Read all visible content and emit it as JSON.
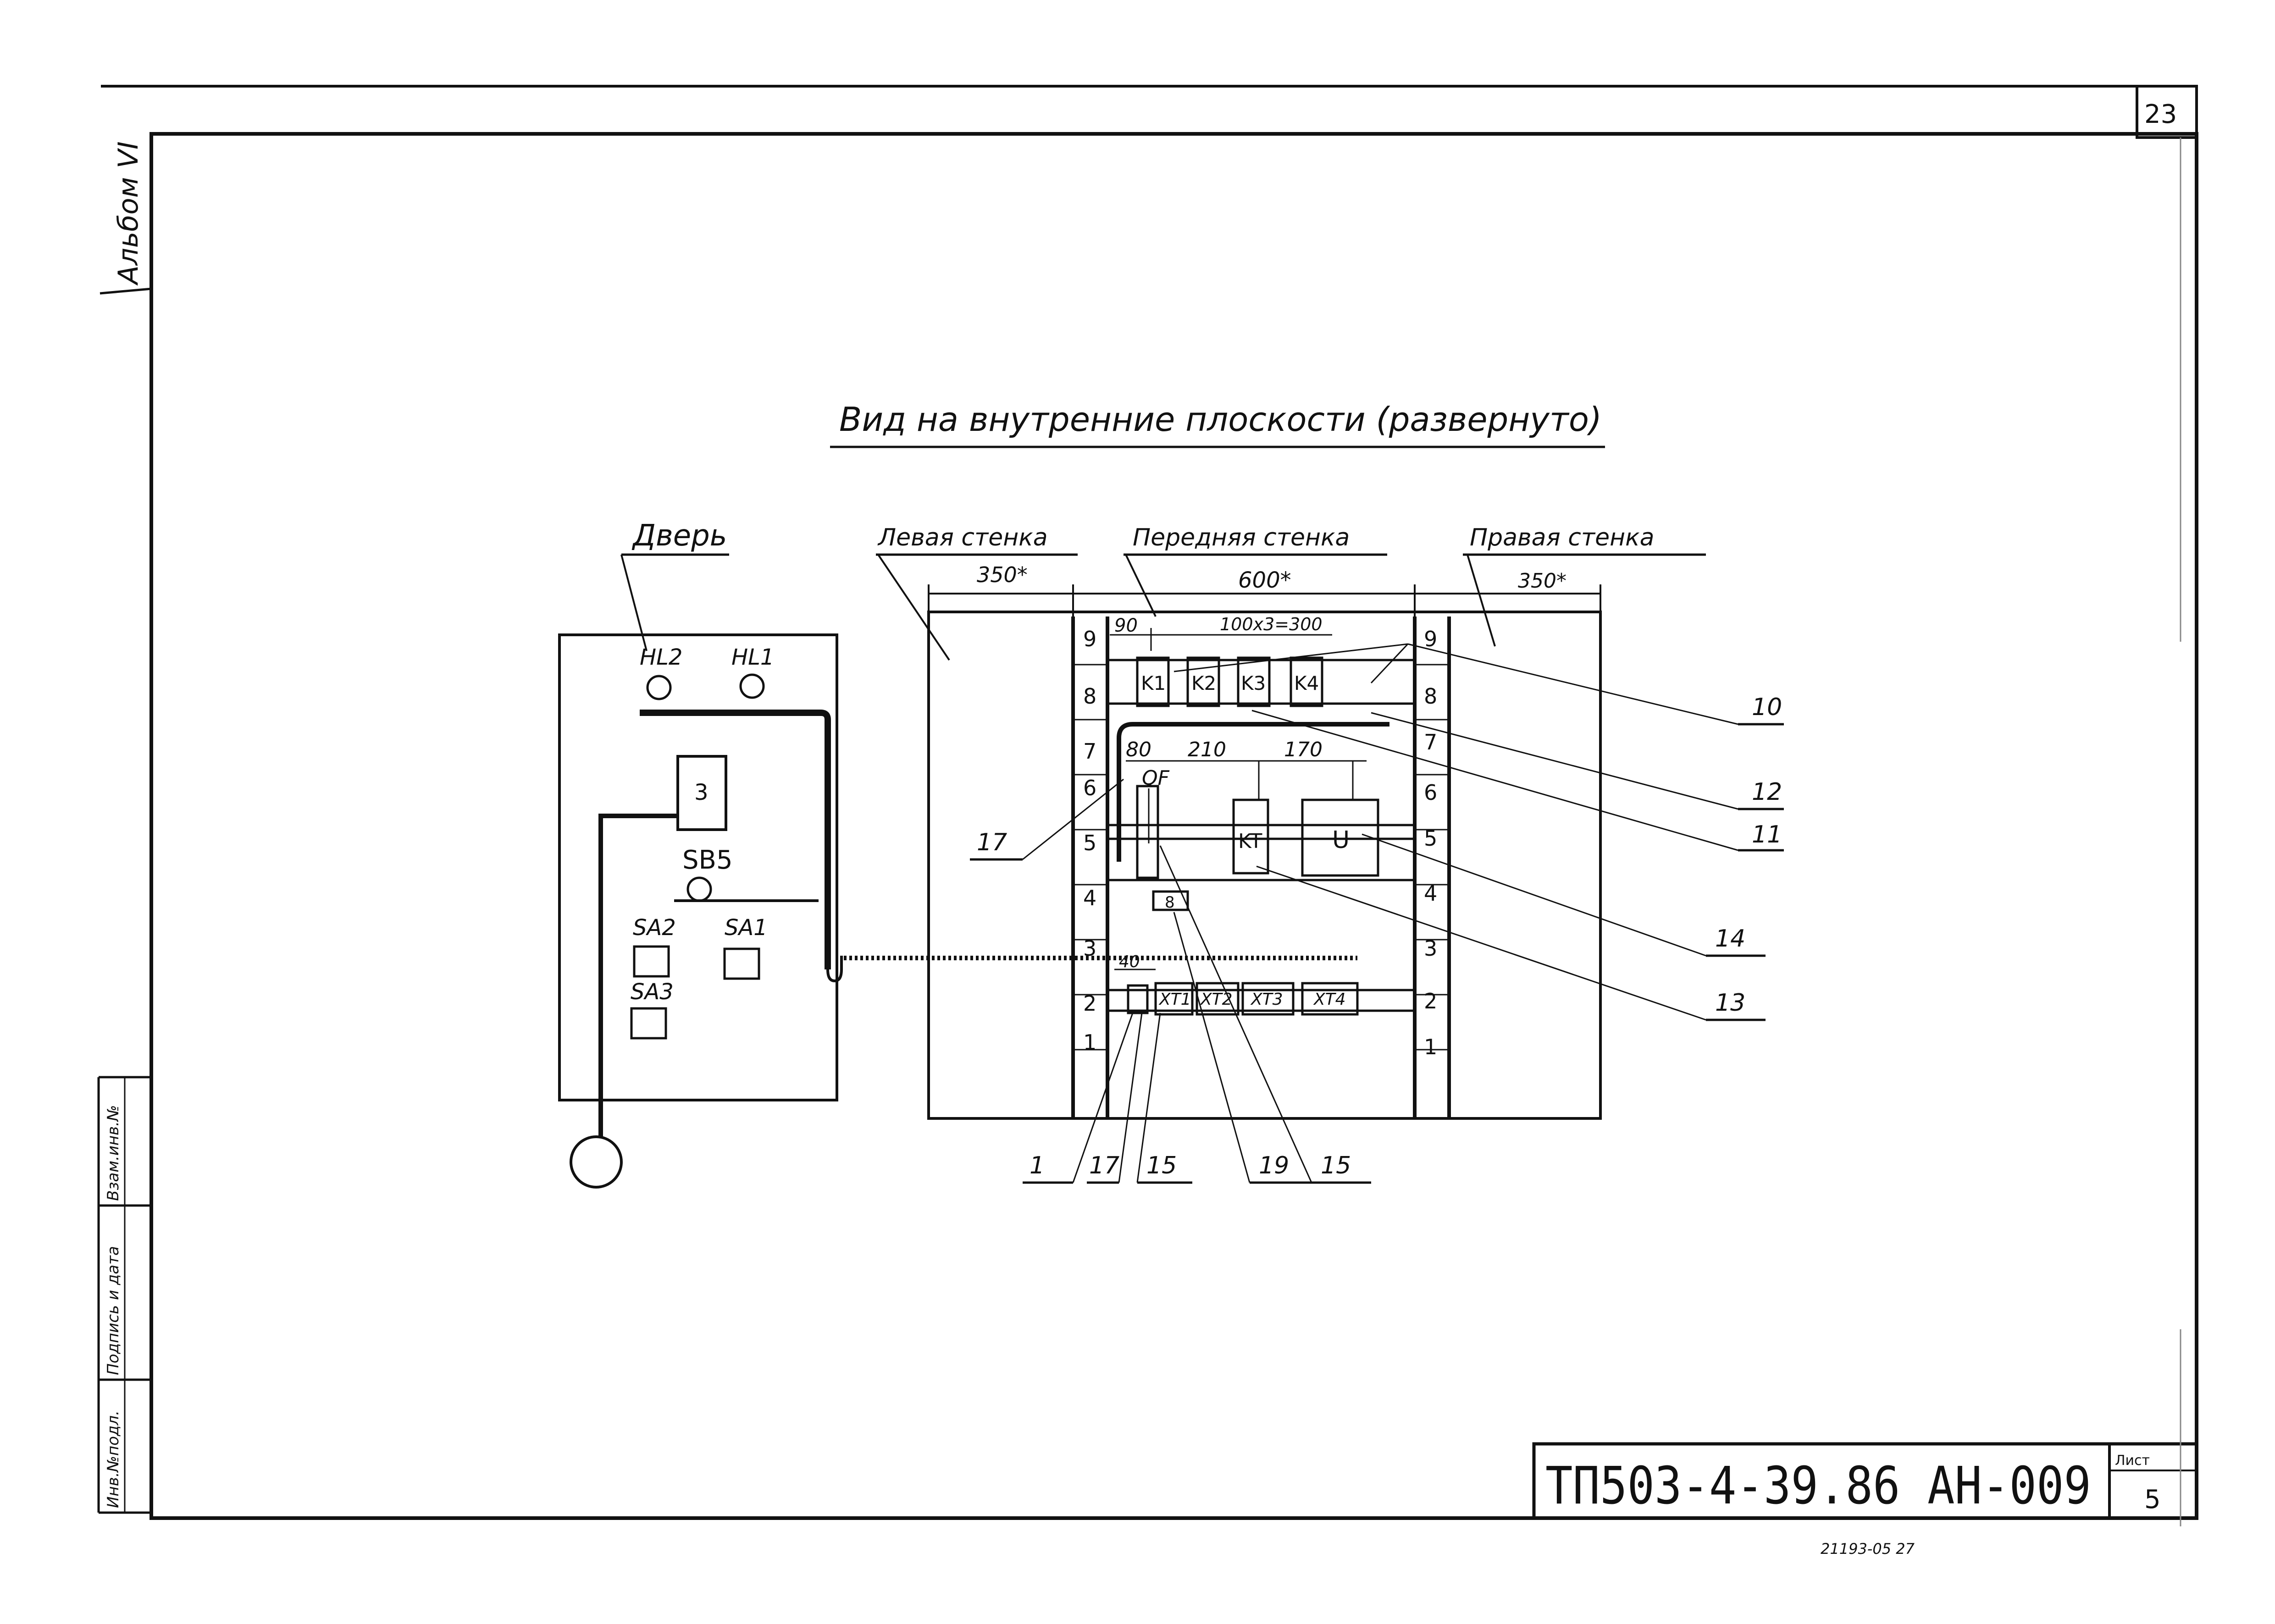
{
  "sheet": {
    "sheet_number": "23",
    "album_label": "Альбом VI",
    "title": "Вид на внутренние плоскости (развернуто)",
    "drawing_code": "ТП503-4-39.86 АН-009",
    "sheet_label": "Лист",
    "sheet_index": "5",
    "bottom_stamp": "21193-05  27"
  },
  "side_stamp": {
    "inv_no": "Инв.№подл.",
    "signature_date": "Подпись и дата",
    "replace_inv": "Взам.инв.№"
  },
  "door": {
    "label": "Дверь",
    "hl2": "HL2",
    "hl1": "HL1",
    "box3": "3",
    "sb5": "SB5",
    "sa2": "SA2",
    "sa1": "SA1",
    "sa3": "SA3"
  },
  "walls": {
    "left_label": "Левая стенка",
    "front_label": "Передняя стенка",
    "right_label": "Правая стенка",
    "dim_left": "350*",
    "dim_front": "600*",
    "dim_right": "350*"
  },
  "front": {
    "dim_90": "90",
    "dim_100x3": "100x3=300",
    "dim_80": "80",
    "dim_210": "210",
    "dim_170": "170",
    "dim_40": "40",
    "k1": "K1",
    "k2": "K2",
    "k3": "K3",
    "k4": "K4",
    "qf": "QF",
    "kt": "KT",
    "u": "U",
    "box8": "8",
    "xt1": "XT1",
    "xt2": "XT2",
    "xt3": "XT3",
    "xt4": "XT4"
  },
  "rail_numbers": [
    "9",
    "8",
    "7",
    "6",
    "5",
    "4",
    "3",
    "2",
    "1"
  ],
  "callouts": {
    "c10": "10",
    "c12": "12",
    "c11": "11",
    "c14": "14",
    "c13": "13",
    "c17a": "17",
    "c1": "1",
    "c17b": "17",
    "c15a": "15",
    "c19": "19",
    "c15b": "15"
  }
}
